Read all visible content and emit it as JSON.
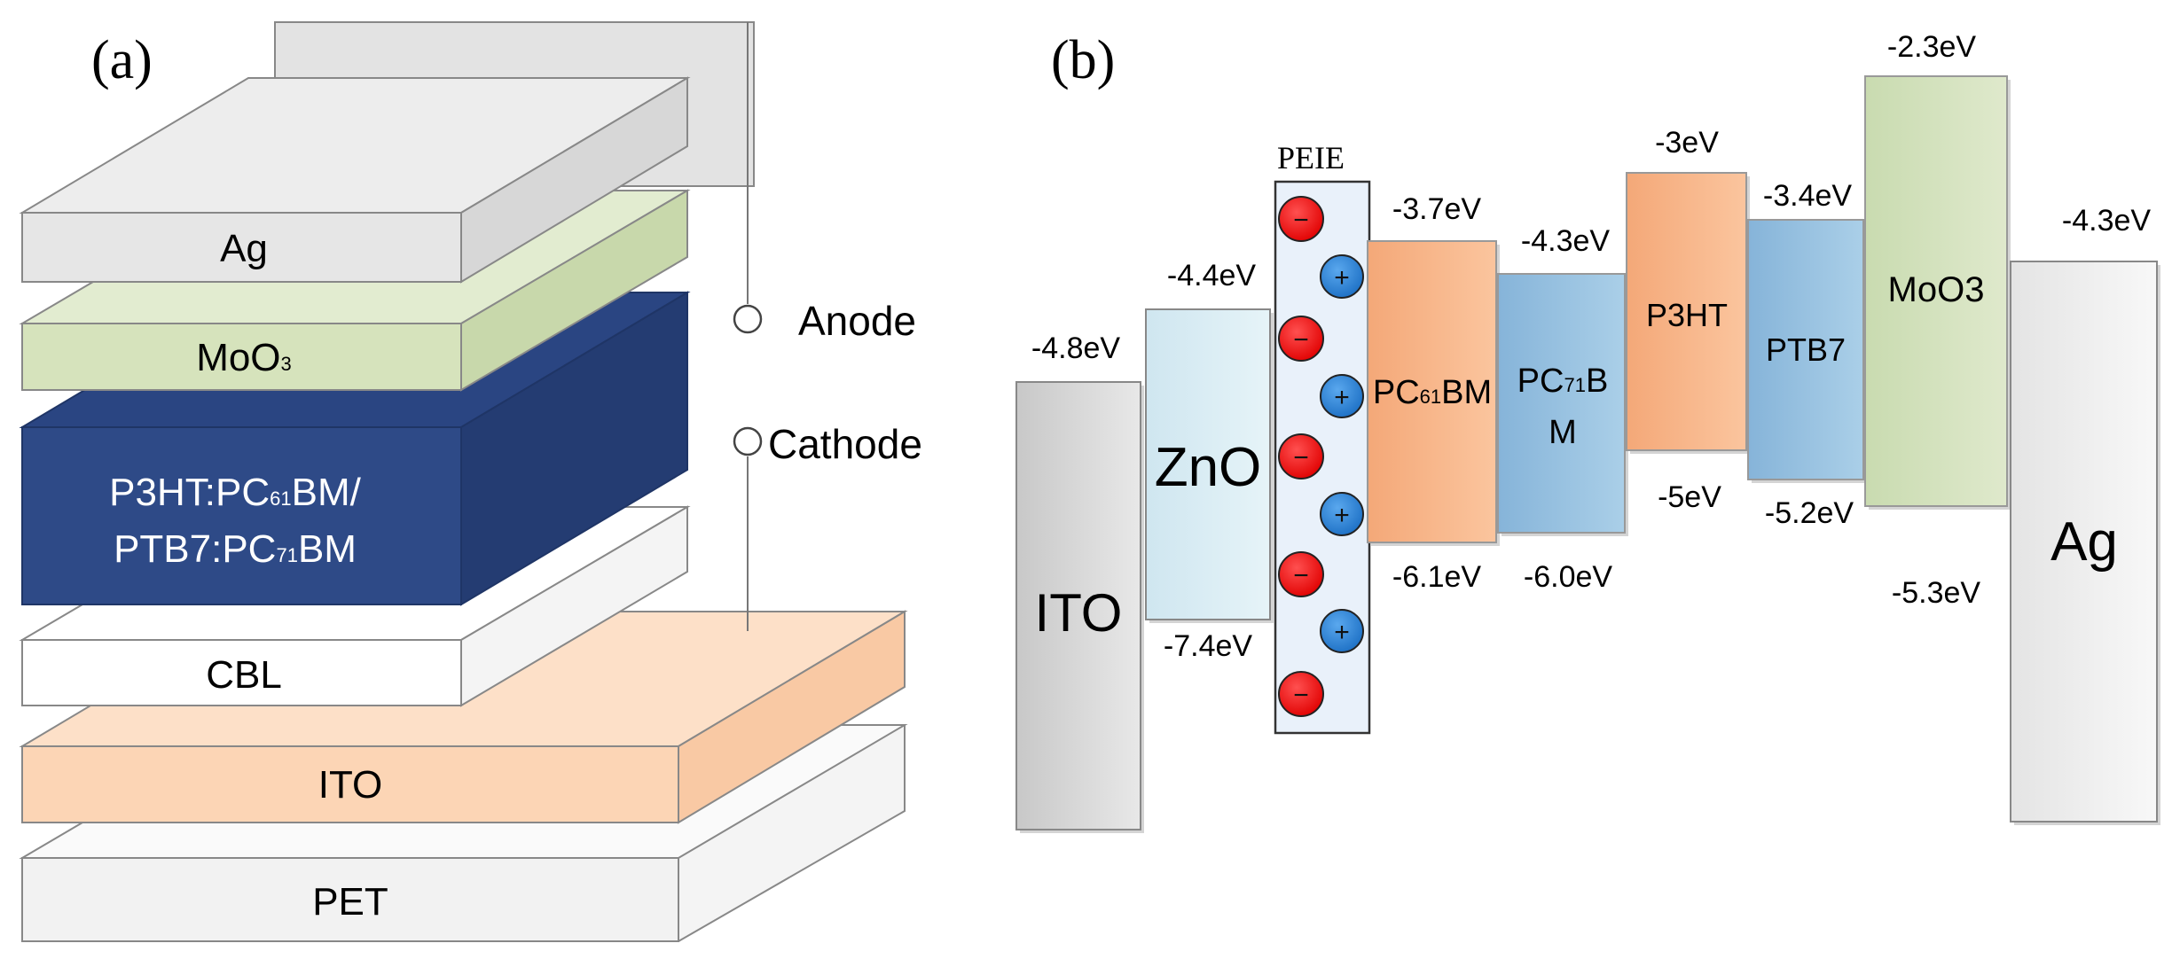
{
  "panel_a": {
    "label": "(a)",
    "layers": {
      "pet": "PET",
      "ito": "ITO",
      "cbl": "CBL",
      "active_line1_pre": "P3HT:PC",
      "active_line1_sub": "61",
      "active_line1_post": "BM/",
      "active_line2_pre": "PTB7:PC",
      "active_line2_sub": "71",
      "active_line2_post": "BM",
      "moo3_main": "MoO",
      "moo3_sub": "3",
      "ag": "Ag"
    },
    "terminals": {
      "anode": "Anode",
      "cathode": "Cathode"
    },
    "colors": {
      "pet": "#f2f2f2",
      "ito": "#fcd5b5",
      "cbl": "#ffffff",
      "active": "#2e4a87",
      "moo3": "#d6e3bc",
      "ag": "#e6e6e6"
    }
  },
  "panel_b": {
    "label": "(b)",
    "peie_label": "PEIE",
    "materials": {
      "ito": "ITO",
      "zno": "ZnO",
      "pc61_pre": "PC",
      "pc61_sub": "61",
      "pc61_post": "BM",
      "pc71_pre": "PC",
      "pc71_sub": "71",
      "pc71_post": "B",
      "pc71_line2": "M",
      "p3ht": "P3HT",
      "ptb7": "PTB7",
      "moo3": "MoO3",
      "ag": "Ag"
    },
    "energy_labels": {
      "ito_top": "-4.8eV",
      "zno_top": "-4.4eV",
      "zno_bottom": "-7.4eV",
      "pc61_top": "-3.7eV",
      "pc61_bottom": "-6.1eV",
      "pc71_top": "-4.3eV",
      "pc71_bottom": "-6.0eV",
      "p3ht_top": "-3eV",
      "p3ht_bottom": "-5eV",
      "ptb7_top": "-3.4eV",
      "ptb7_bottom": "-5.2eV",
      "moo3_top": "-2.3eV",
      "moo3_bottom": "-5.3eV",
      "ag_top": "-4.3eV"
    },
    "charges": {
      "negative_symbol": "−",
      "positive_symbol": "+"
    },
    "colors": {
      "ito": "#d9d9d9",
      "zno": "#dbeef4",
      "peie": "#e9f1fa",
      "pc61": "#f8b58a",
      "pc71": "#9dc3e0",
      "p3ht": "#fbb78e",
      "ptb7": "#95c1e0",
      "moo3": "#d4e2bd",
      "ag": "#efefef",
      "negative": "#ff1a1a",
      "positive": "#2b86d9"
    }
  }
}
